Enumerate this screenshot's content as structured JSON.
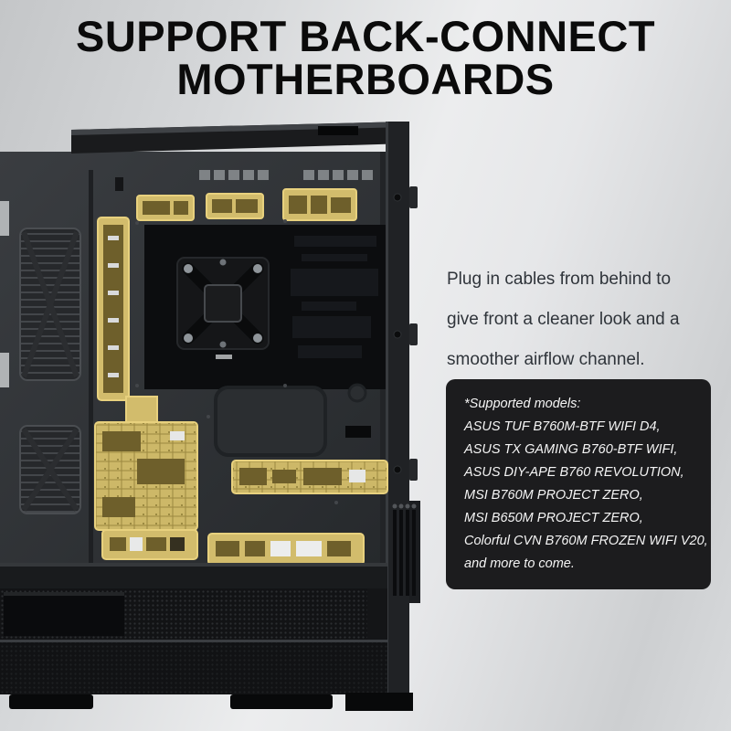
{
  "title": {
    "line1": "SUPPORT BACK-CONNECT",
    "line2": "MOTHERBOARDS"
  },
  "description": {
    "line1": "Plug in cables from behind to",
    "line2": "give front a cleaner look and a",
    "line3": "smoother airflow channel."
  },
  "supported_models": {
    "heading": "*Supported models:",
    "items": [
      "ASUS TUF B760M-BTF WIFI D4,",
      "ASUS TX GAMING B760-BTF WIFI,",
      "ASUS DIY-APE B760 REVOLUTION,",
      "MSI B760M PROJECT ZERO,",
      "MSI B650M PROJECT ZERO,",
      "Colorful CVN B760M FROZEN WIFI V20,",
      "and more to come."
    ]
  },
  "illustration": {
    "subject": "pc-case-interior-back-connect-cutouts",
    "highlight_meaning": "back-connect cable cutouts highlighted in gold"
  },
  "colors": {
    "highlight_gold": "#d2bc6c",
    "panel_background": "#1c1c1e",
    "title_text": "#0b0b0b",
    "description_text": "#2f343a",
    "case_body": "#26292c"
  }
}
